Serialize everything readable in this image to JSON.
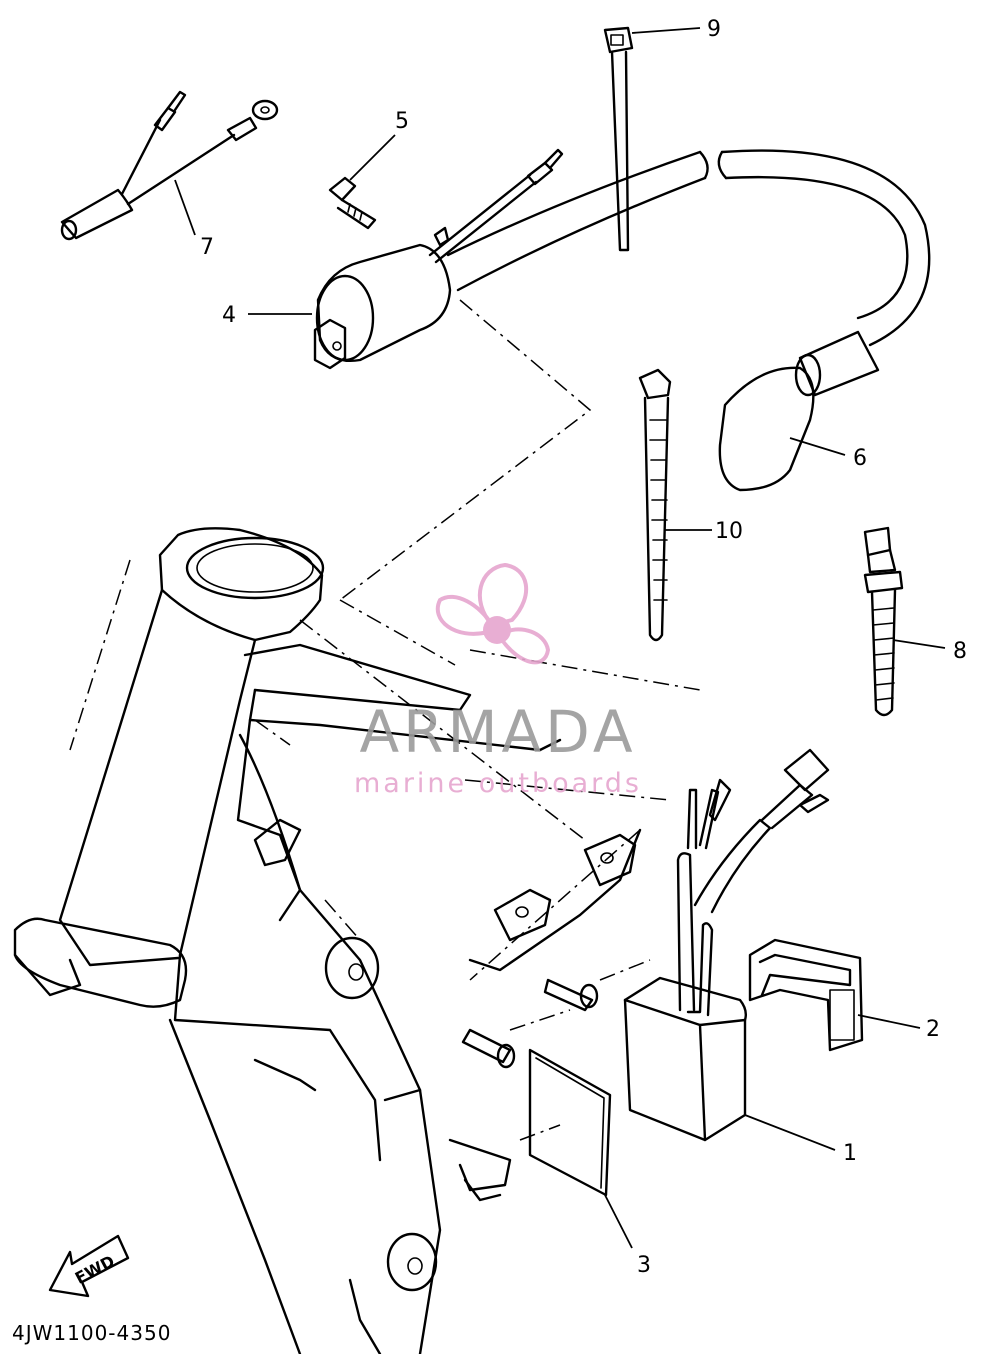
{
  "diagram": {
    "part_code": "4JW1100-4350",
    "fwd_label": "FWD",
    "callouts": {
      "c1": "1",
      "c2": "2",
      "c3": "3",
      "c4": "4",
      "c5": "5",
      "c6": "6",
      "c7": "7",
      "c8": "8",
      "c9": "9",
      "c10": "10"
    }
  },
  "watermark": {
    "brand": "ARMADA",
    "tagline": "marine outboards",
    "logo_icon": "propeller-icon",
    "colors": {
      "pink": "#e6a6cf",
      "gray": "#9b9b9b"
    }
  }
}
